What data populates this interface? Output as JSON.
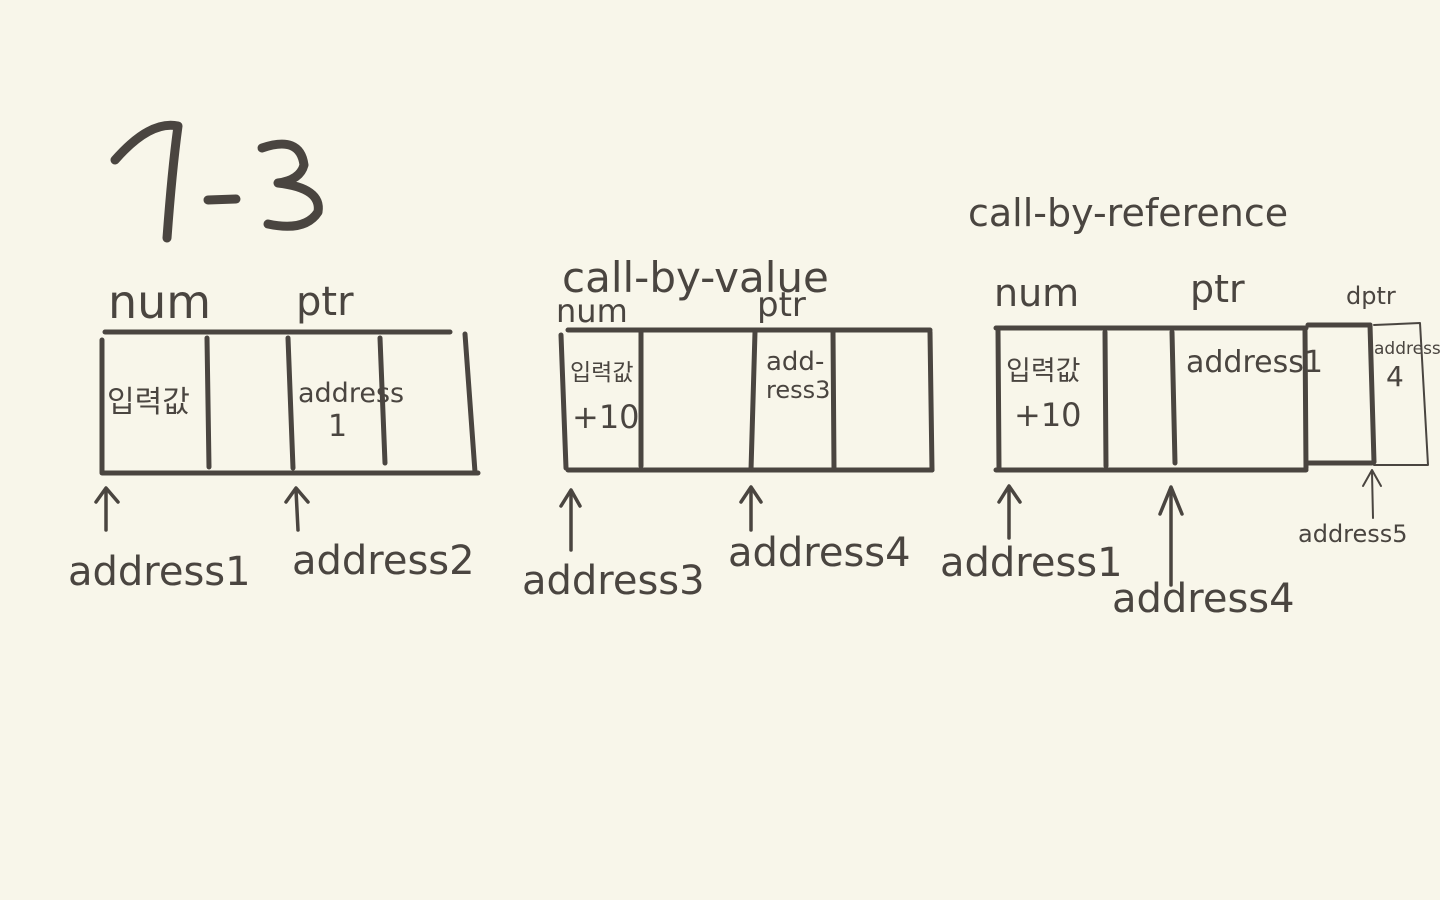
{
  "title": "7-3",
  "diagrams": [
    {
      "heading": "",
      "labels": {
        "num": "num",
        "ptr": "ptr"
      },
      "cells": {
        "num_value": "입력값",
        "ptr_value_l1": "address",
        "ptr_value_l2": "1"
      },
      "addresses": [
        "address1",
        "address2"
      ]
    },
    {
      "heading": "call-by-value",
      "labels": {
        "num": "num",
        "ptr": "ptr"
      },
      "cells": {
        "num_value": "입력값",
        "num_value2": "+10",
        "ptr_value_l1": "add-",
        "ptr_value_l2": "ress3"
      },
      "addresses": [
        "address3",
        "address4"
      ]
    },
    {
      "heading": "call-by-reference",
      "labels": {
        "num": "num",
        "ptr": "ptr",
        "dptr": "dptr"
      },
      "cells": {
        "num_value": "입력값",
        "num_value2": "+10",
        "ptr_value": "address1",
        "dptr_value_l1": "address",
        "dptr_value_l2": "4"
      },
      "addresses": [
        "address1",
        "address4",
        "address5"
      ]
    }
  ],
  "colors": {
    "ink": "#4a4540",
    "paper": "#f8f6ea"
  }
}
